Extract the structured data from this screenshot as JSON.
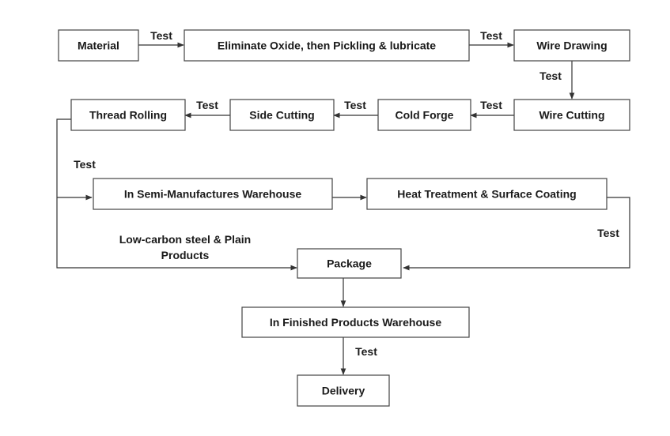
{
  "nodes": {
    "material": "Material",
    "eliminate": "Eliminate Oxide, then Pickling & lubricate",
    "wire_drawing": "Wire Drawing",
    "wire_cutting": "Wire Cutting",
    "cold_forge": "Cold Forge",
    "side_cutting": "Side Cutting",
    "thread_rolling": "Thread Rolling",
    "semi_warehouse": "In Semi-Manufactures Warehouse",
    "heat_treatment": "Heat Treatment & Surface Coating",
    "package": "Package",
    "finished_warehouse": "In Finished Products Warehouse",
    "delivery": "Delivery"
  },
  "edge_labels": {
    "material_to_eliminate": "Test",
    "eliminate_to_drawing": "Test",
    "drawing_to_cutting": "Test",
    "cutting_to_forge": "Test",
    "forge_to_side": "Test",
    "side_to_thread": "Test",
    "thread_to_semi": "Test",
    "heat_to_package": "Test",
    "finished_to_delivery": "Test",
    "low_carbon_line1": "Low-carbon steel & Plain",
    "low_carbon_line2": "Products"
  },
  "colors": {
    "box_stroke": "#444444",
    "line": "#333333",
    "text": "#1a1a1a"
  }
}
